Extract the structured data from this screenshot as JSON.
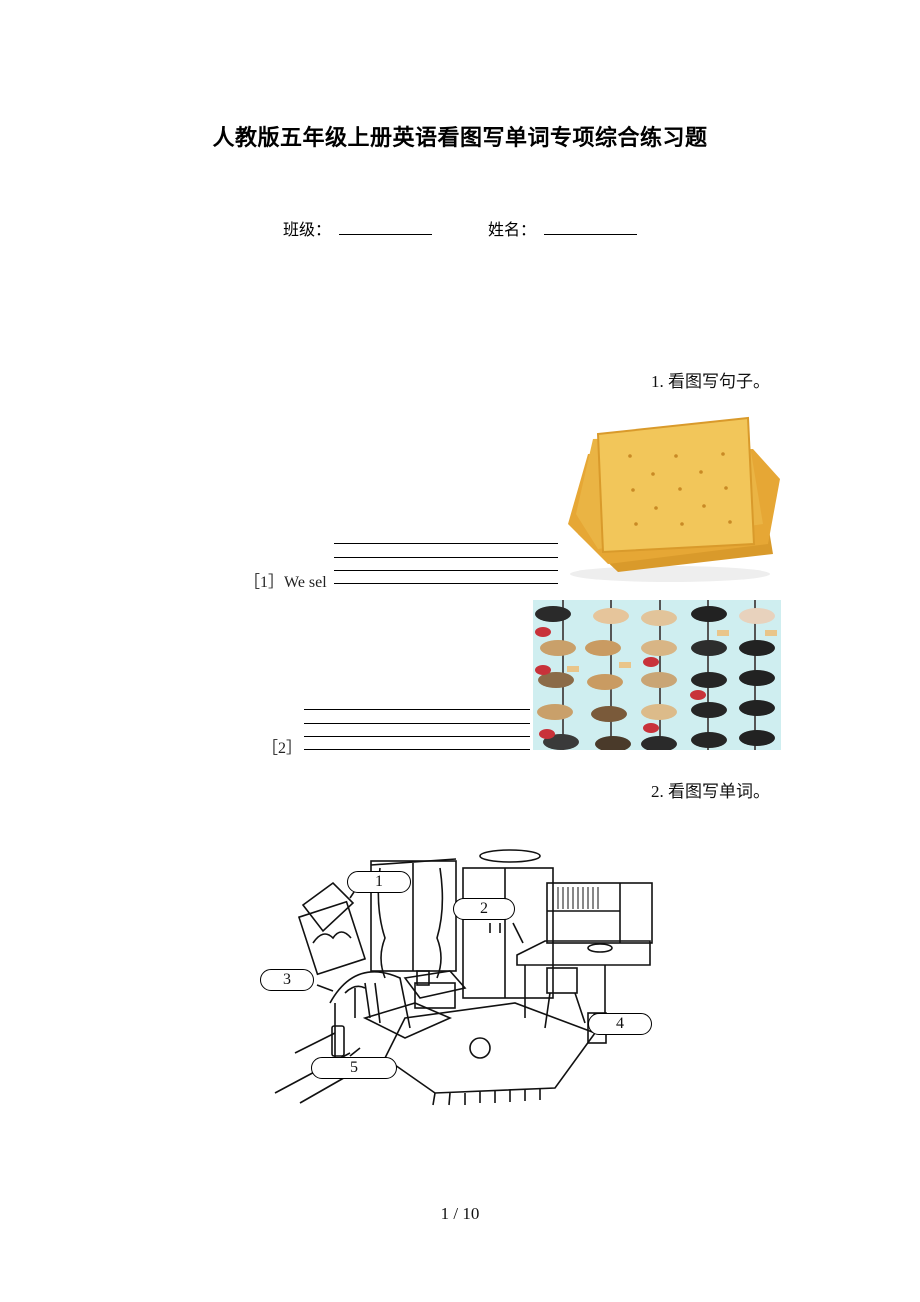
{
  "document": {
    "title": "人教版五年级上册英语看图写单词专项综合练习题",
    "info_fields": [
      {
        "label": "班级：",
        "value": ""
      },
      {
        "label": "姓名：",
        "value": ""
      }
    ]
  },
  "sections": [
    {
      "heading": "1. 看图写句子。",
      "items": [
        {
          "label": "［1］We sel",
          "image": "crackers-photo",
          "answer_lines": 4
        },
        {
          "label": "［2］",
          "image": "shoes-display-photo",
          "answer_lines": 4
        }
      ]
    },
    {
      "heading": "2. 看图写单词。",
      "image": "bedroom-illustration",
      "callouts": [
        "1",
        "2",
        "3",
        "4",
        "5"
      ]
    }
  ],
  "footer": {
    "page_indicator": "1 / 10"
  },
  "colors": {
    "cracker": "#f0c24a",
    "cracker_edge": "#d99a2b",
    "shoe_bg": "#cfeef0"
  }
}
